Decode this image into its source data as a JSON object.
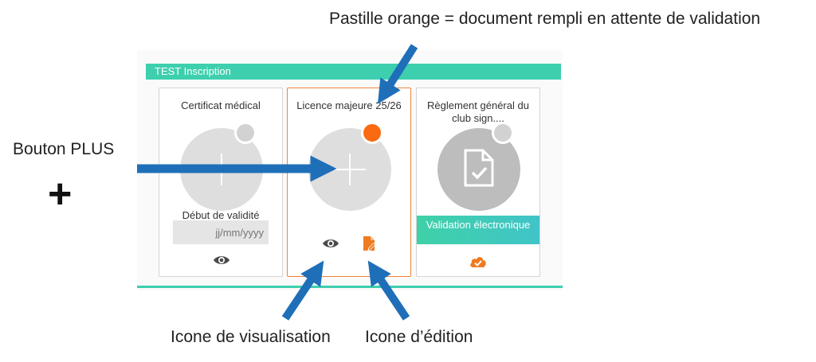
{
  "annotations": {
    "orange_badge_note": "Pastille orange = document rempli en attente de validation",
    "plus_button_note": "Bouton PLUS",
    "plus_symbol": "+",
    "view_icon_note": "Icone de visualisation",
    "edit_icon_note": "Icone d’édition"
  },
  "panel": {
    "title": "TEST Inscription"
  },
  "cards": [
    {
      "title": "Certificat médical",
      "badge": "grey",
      "field_label": "Début de validité",
      "date_placeholder": "jj/mm/yyyy",
      "icons": [
        "eye-icon"
      ]
    },
    {
      "title": "Licence majeure 25/26",
      "badge": "orange",
      "icons": [
        "eye-icon",
        "edit-document-icon"
      ]
    },
    {
      "title": "Règlement général du club sign....",
      "badge": "grey",
      "validation_label": "Validation électronique",
      "icons": [
        "cloud-check-icon"
      ]
    }
  ],
  "colors": {
    "accent_teal": "#3ecfae",
    "orange": "#fa6a12",
    "arrow_blue": "#1f6fb8"
  }
}
